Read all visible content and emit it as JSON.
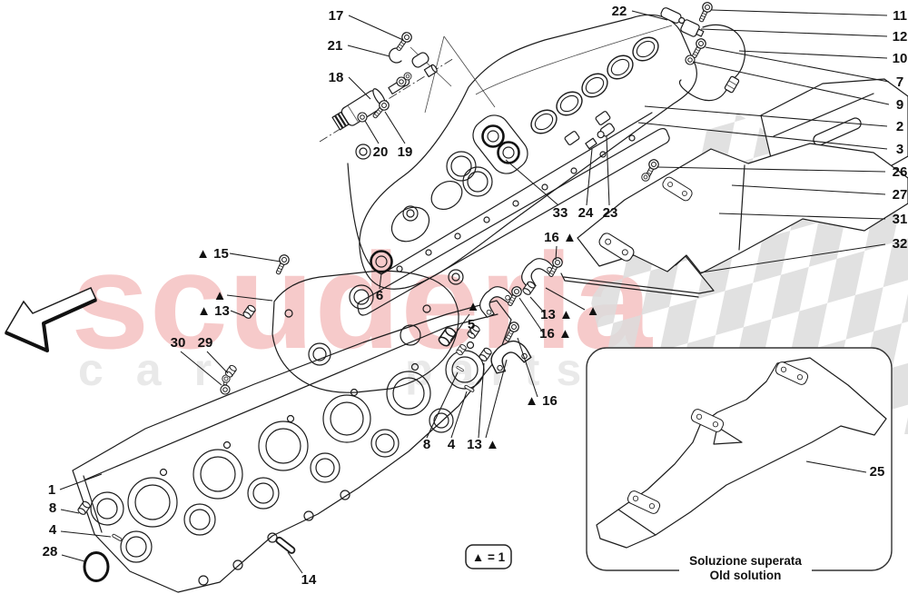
{
  "watermark": {
    "brand": "scuderia",
    "left_word": "car",
    "right_word": "parts",
    "brand_color": "#f6caca",
    "sub_color": "#e9e9e9"
  },
  "legend": {
    "text": "▲ = 1"
  },
  "inset": {
    "caption_it": "Soluzione superata",
    "caption_en": "Old solution"
  },
  "callouts": [
    {
      "t": "17"
    },
    {
      "t": "21"
    },
    {
      "t": "18"
    },
    {
      "t": "20"
    },
    {
      "t": "19"
    },
    {
      "t": "22"
    },
    {
      "t": "11"
    },
    {
      "t": "12"
    },
    {
      "t": "10"
    },
    {
      "t": "7"
    },
    {
      "t": "9"
    },
    {
      "t": "2"
    },
    {
      "t": "3"
    },
    {
      "t": "26"
    },
    {
      "t": "27"
    },
    {
      "t": "31"
    },
    {
      "t": "32"
    },
    {
      "t": "33"
    },
    {
      "t": "24"
    },
    {
      "t": "23"
    },
    {
      "t": "16 ▲"
    },
    {
      "t": "13 ▲"
    },
    {
      "t": "▲"
    },
    {
      "t": "16 ▲"
    },
    {
      "t": "▲ 16"
    },
    {
      "t": "5"
    },
    {
      "t": "▲"
    },
    {
      "t": "▲ 15"
    },
    {
      "t": "▲"
    },
    {
      "t": "▲ 13"
    },
    {
      "t": "30"
    },
    {
      "t": "29"
    },
    {
      "t": "6"
    },
    {
      "t": "1"
    },
    {
      "t": "8"
    },
    {
      "t": "4"
    },
    {
      "t": "28"
    },
    {
      "t": "14"
    },
    {
      "t": "8"
    },
    {
      "t": "4"
    },
    {
      "t": "13 ▲"
    },
    {
      "t": "25"
    }
  ]
}
